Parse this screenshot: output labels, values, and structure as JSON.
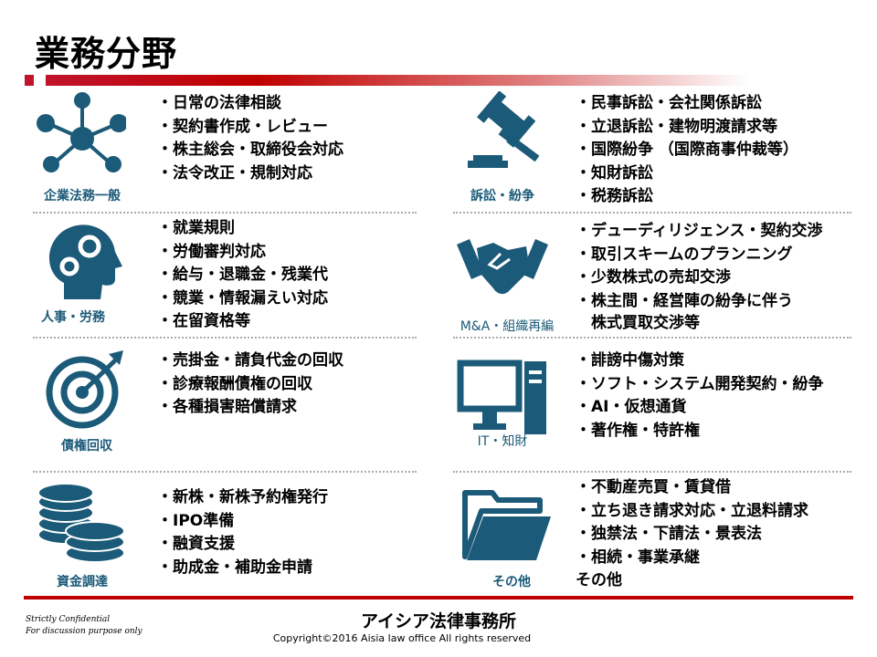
{
  "title": "業務分野",
  "colors": {
    "accent": "#c00000",
    "icon": "#1b5a78"
  },
  "sections": [
    {
      "label": "企業法務一般",
      "icon": "network-icon",
      "items": [
        "・日常の法律相談",
        "・契約書作成・レビュー",
        "・株主総会・取締役会対応",
        "・法令改正・規制対応"
      ]
    },
    {
      "label": "訴訟・紛争",
      "icon": "gavel-icon",
      "items": [
        "・民事訴訟・会社関係訴訟",
        "・立退訴訟・建物明渡請求等",
        "・国際紛争 （国際商事仲裁等）",
        "・知財訴訟",
        "・税務訴訟"
      ]
    },
    {
      "label": "人事・労務",
      "icon": "head-gears-icon",
      "items": [
        "・就業規則",
        "・労働審判対応",
        "・給与・退職金・残業代",
        "・競業・情報漏えい対応",
        "・在留資格等"
      ]
    },
    {
      "label": "M&A・組織再編",
      "icon": "handshake-icon",
      "items": [
        "・デューディリジェンス・契約交渉",
        "・取引スキームのプランニング",
        "・少数株式の売却交渉",
        "・株主間・経営陣の紛争に伴う",
        "　株式買取交渉等"
      ]
    },
    {
      "label": "債権回収",
      "icon": "target-icon",
      "items": [
        "・売掛金・請負代金の回収",
        "・診療報酬債権の回収",
        "・各種損害賠償請求"
      ]
    },
    {
      "label": "IT・知財",
      "icon": "computer-icon",
      "items": [
        "・誹謗中傷対策",
        "・ソフト・システム開発契約・紛争",
        "・AI・仮想通貨",
        "・著作権・特許権"
      ]
    },
    {
      "label": "資金調達",
      "icon": "coins-icon",
      "items": [
        "・新株・新株予約権発行",
        "・IPO準備",
        "・融資支援",
        "・助成金・補助金申請"
      ]
    },
    {
      "label": "その他",
      "icon": "folder-icon",
      "items": [
        "・不動産売買・賃貸借",
        "・立ち退き請求対応・立退料請求",
        "・独禁法・下請法・景表法",
        "・相続・事業承継",
        "その他"
      ]
    }
  ],
  "footer": {
    "confidential1": "Strictly Confidential",
    "confidential2": "For discussion purpose only",
    "firm": "アイシア法律事務所",
    "copyright": "Copyright©2016 Aisia law office All rights reserved"
  }
}
